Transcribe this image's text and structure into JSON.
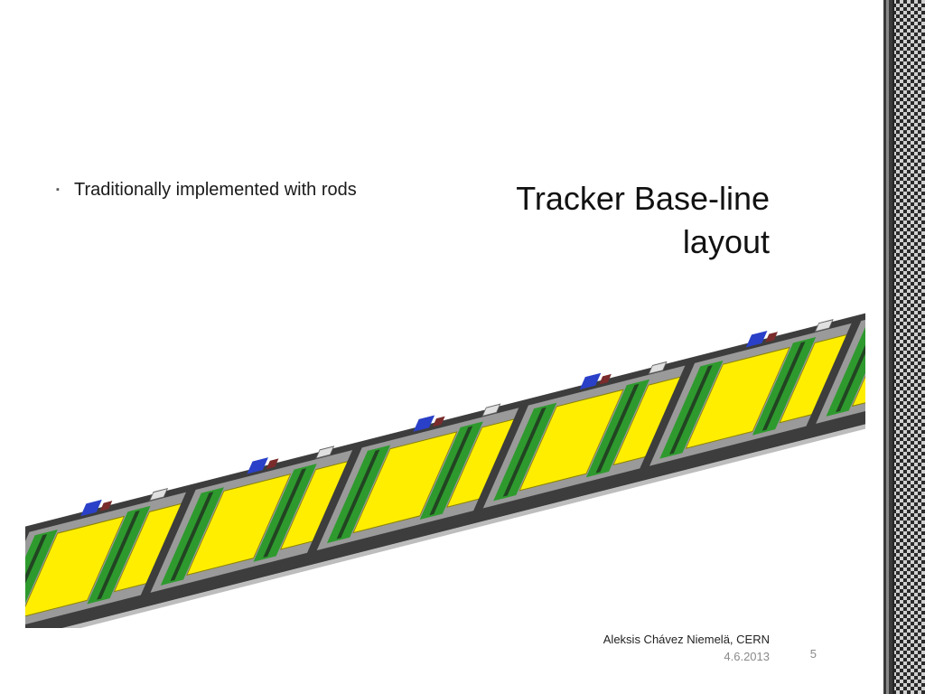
{
  "slide": {
    "title": "Tracker Base-line layout",
    "bullets": [
      {
        "marker": "▪",
        "text": "Traditionally implemented with rods"
      }
    ],
    "footer": {
      "author": "Aleksis Chávez Niemelä, CERN",
      "date": "4.6.2013",
      "page_number": "5"
    }
  },
  "figure": {
    "subject": "tracker-rod-cad-render",
    "colors": {
      "sensor": "#ffee00",
      "hybrid": "#2e9a2e",
      "rail": "#3d3d3d",
      "component": "#2a40c8"
    }
  },
  "decoration": {
    "side_band": "checkered-pattern"
  }
}
